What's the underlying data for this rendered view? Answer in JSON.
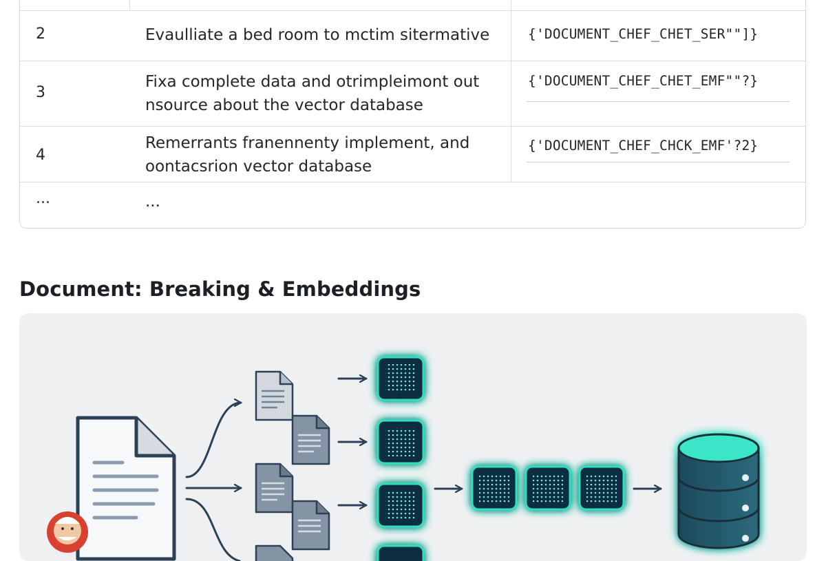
{
  "table": {
    "rows": [
      {
        "num": "2",
        "lines": [
          "Evaulliate a bed room to mctim sitermative"
        ],
        "code": "{'DOCUMENT_CHEF_CHET_SER\"\"]}"
      },
      {
        "num": "3",
        "lines": [
          "Fixa complete data and otrimpleimont out",
          "nsource about the vector database"
        ],
        "code": "{'DOCUMENT_CHEF_CHET_EMF\"\"?}"
      },
      {
        "num": "4",
        "lines": [
          "Remerrants franennenty implement, and",
          "oontacsrion vector database"
        ],
        "code": "{'DOCUMENT_CHEF_CHCK_EMF'?2}"
      },
      {
        "num": "...",
        "lines": [
          "..."
        ],
        "code": ""
      }
    ]
  },
  "section": {
    "title": "Document: Breaking & Embeddings"
  },
  "diagram": {
    "stages": [
      "source-document",
      "document-chunks",
      "chunk-embeddings",
      "embedding-sequence",
      "vector-database"
    ],
    "colors": {
      "glow": "#2fe0c0",
      "node": "#0f2f3f",
      "doc_stroke": "#2c4156",
      "panel": "#eef0f2"
    }
  }
}
